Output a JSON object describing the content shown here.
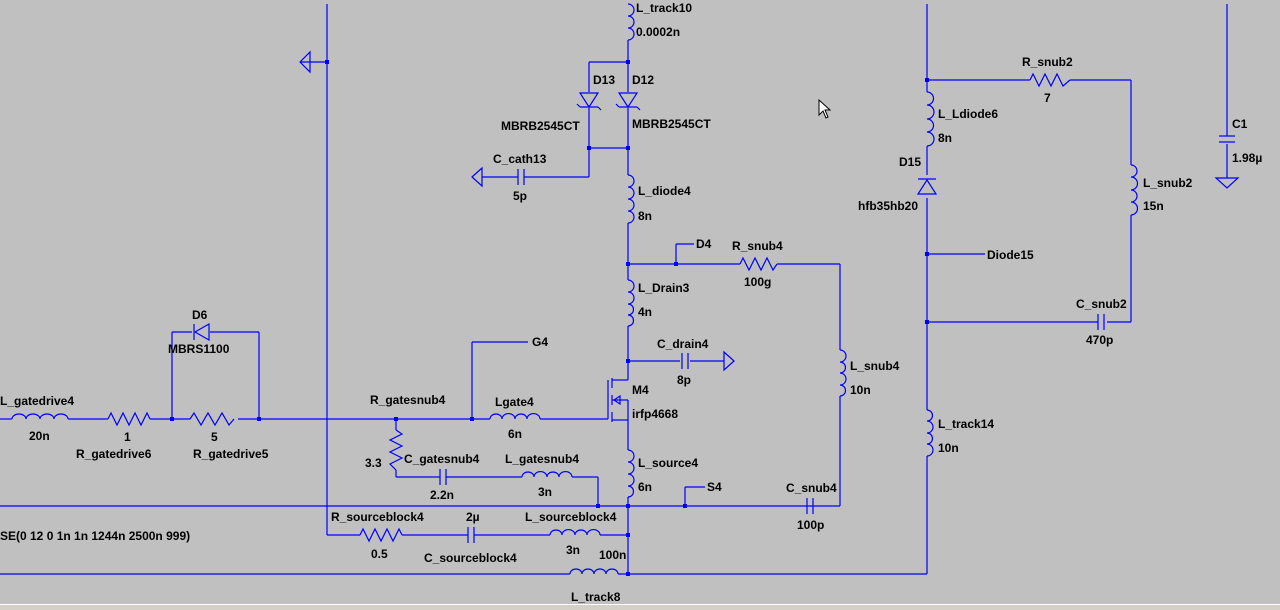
{
  "labels": {
    "L_track10": "L_track10",
    "L_track10_val": "0.0002n",
    "D13": "D13",
    "D13_model": "MBRB2545CT",
    "D12": "D12",
    "D12_model": "MBRB2545CT",
    "C_cath13": "C_cath13",
    "C_cath13_val": "5p",
    "L_diode4": "L_diode4",
    "L_diode4_val": "8n",
    "D4": "D4",
    "R_snub4": "R_snub4",
    "R_snub4_val": "100g",
    "L_Drain3": "L_Drain3",
    "L_Drain3_val": "4n",
    "C_drain4": "C_drain4",
    "C_drain4_val": "8p",
    "M4": "M4",
    "M4_model": "irfp4668",
    "L_snub4": "L_snub4",
    "L_snub4_val": "10n",
    "G4": "G4",
    "D6": "D6",
    "D6_model": "MBRS1100",
    "L_gatedrive4": "L_gatedrive4",
    "L_gatedrive4_val": "20n",
    "R_gatedrive6": "R_gatedrive6",
    "R_gatedrive6_val": "1",
    "R_gatedrive5": "R_gatedrive5",
    "R_gatedrive5_val": "5",
    "R_gatesnub4": "R_gatesnub4",
    "R_gatesnub4_val": "3.3",
    "Lgate4": "Lgate4",
    "Lgate4_val": "6n",
    "C_gatesnub4": "C_gatesnub4",
    "C_gatesnub4_val": "2.2n",
    "L_gatesnub4": "L_gatesnub4",
    "L_gatesnub4_val": "3n",
    "L_source4": "L_source4",
    "L_source4_val": "6n",
    "S4": "S4",
    "C_snub4": "C_snub4",
    "C_snub4_val": "100p",
    "pulse_text": "SE(0 12 0 1n 1n 1244n 2500n 999)",
    "R_sourceblock4": "R_sourceblock4",
    "R_sourceblock4_val": "0.5",
    "C_sourceblock4": "C_sourceblock4",
    "C_sourceblock4_val": "2µ",
    "L_sourceblock4": "L_sourceblock4",
    "L_sourceblock4_val": "3n",
    "L_track8": "L_track8",
    "L_track8_val": "100n",
    "R_snub2": "R_snub2",
    "R_snub2_val": "7",
    "L_Ldiode6": "L_Ldiode6",
    "L_Ldiode6_val": "8n",
    "D15": "D15",
    "D15_model": "hfb35hb20",
    "L_snub2": "L_snub2",
    "L_snub2_val": "15n",
    "Diode15": "Diode15",
    "C_snub2": "C_snub2",
    "C_snub2_val": "470p",
    "L_track14": "L_track14",
    "L_track14_val": "10n",
    "C1": "C1",
    "C1_val": "1.98µ"
  },
  "colors": {
    "background": "#c0c0c0",
    "wire": "#0000ff",
    "text": "#000000"
  },
  "icons": {
    "cursor": "mouse-pointer-icon"
  }
}
